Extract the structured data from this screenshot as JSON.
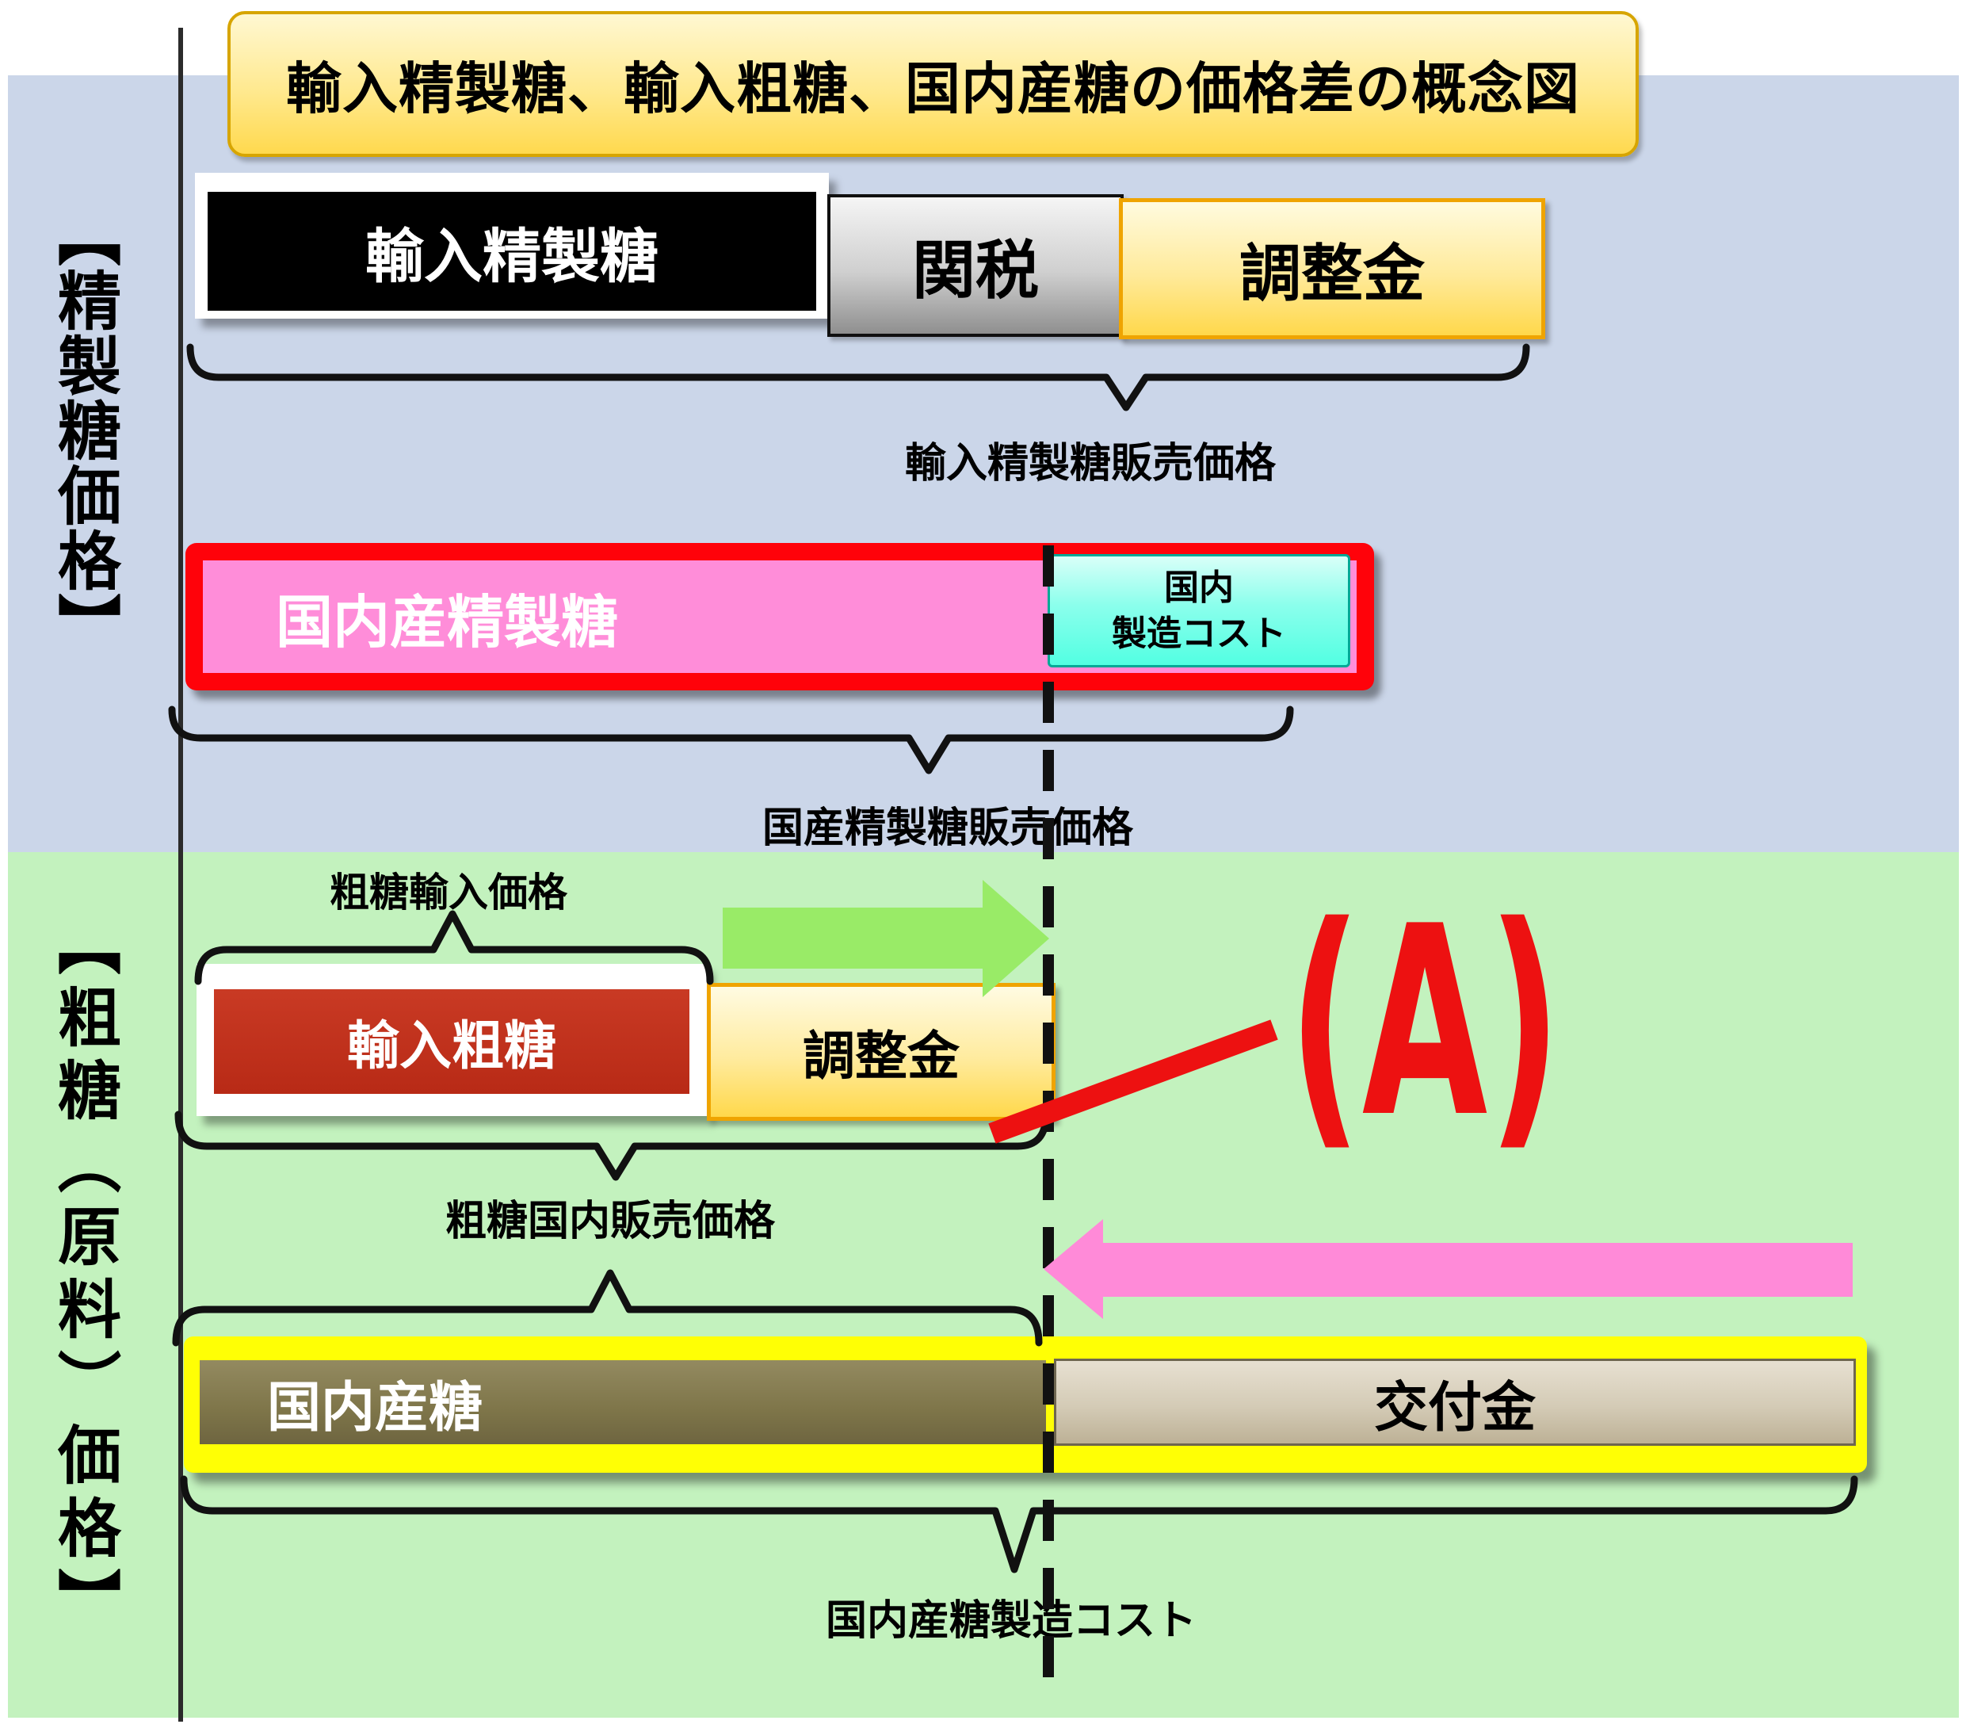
{
  "title": "輸入精製糖、輸入粗糖、国内産糖の価格差の概念図",
  "sections": {
    "refined": {
      "side_label": "【精製糖価格】"
    },
    "raw": {
      "side_label": "【粗糖（原料）価格】"
    }
  },
  "bars": {
    "imported_refined": {
      "label": "輸入精製糖",
      "tariff_label": "関税",
      "adjustment_label": "調整金",
      "price_label": "輸入精製糖販売価格"
    },
    "domestic_refined": {
      "label": "国内産精製糖",
      "cost_line1": "国内",
      "cost_line2": "製造コスト",
      "price_label": "国産精製糖販売価格"
    },
    "imported_raw": {
      "label": "輸入粗糖",
      "adjustment_label": "調整金",
      "import_price_label": "粗糖輸入価格",
      "domestic_price_label": "粗糖国内販売価格"
    },
    "domestic_raw": {
      "label": "国内産糖",
      "grant_label": "交付金",
      "cost_label": "国内産糖製造コスト"
    }
  },
  "annotation": {
    "a_label": "(A)"
  },
  "colors": {
    "refined_section_bg": "#CBD6E9",
    "raw_section_bg": "#C3F2BE",
    "title_box": "#FFE98F",
    "title_border": "#D7A500",
    "imported_refined_bar": "#000000",
    "tariff_box": "#BFBFBF",
    "adjustment_box": "#FFD84B",
    "adjustment_border": "#EFA400",
    "domestic_refined_fill": "#FF8DD9",
    "domestic_refined_border": "#FF020A",
    "domestic_cost_box": "#52FFE2",
    "imported_raw_bar": "#B82A16",
    "domestic_raw_border": "#FFFF05",
    "domestic_raw_fill": "#7E7549",
    "grant_box": "#D4CBB6",
    "green_arrow": "#99EB67",
    "pink_arrow": "#FF8AD8",
    "annotation_red": "#ED1111",
    "line_black": "#111111"
  }
}
